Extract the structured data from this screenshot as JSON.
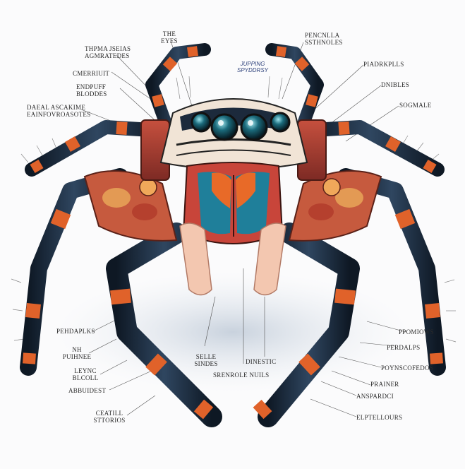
{
  "title": "JUPPING\nSPYDDRSY",
  "labels": {
    "top_eyes": "THE\nEYES",
    "top_left_1": "THPMA JSEIAS\nAGMRATEDES",
    "top_left_2": "CMERRIUIT",
    "top_left_3": "ENDPUFF\nBLODDES",
    "top_left_4": "DAEAL ASCAKIME\nEAINFOVROASOTES",
    "top_right_1": "PENCNLLA\nSSTHNOLES",
    "top_right_2": "PIADRKPLLS",
    "top_right_3": "DNIBLES",
    "top_right_4": "SOGMALE",
    "bottom_left_1": "PEHDAPLKS",
    "bottom_left_2": "NH\nPUIHNEE",
    "bottom_left_3": "LEYNC\nBLCOLL",
    "bottom_left_4": "ABBUIDEST",
    "bottom_left_5": "CEATILL\nSTTORIOS",
    "bottom_center_1": "SELLE\nSINDES",
    "bottom_center_2": "DINESTIC",
    "bottom_center_3": "SRENROLE NUILS",
    "bottom_right_1": "PPOMIOWS",
    "bottom_right_2": "PERDALPS",
    "bottom_right_3": "POYNSCOFEDOS",
    "bottom_right_4": "PRAINER",
    "bottom_right_5": "ANSPARDCI",
    "bottom_right_6": "ELPTELLOURS"
  },
  "colors": {
    "leg_dark": "#1c2a3c",
    "band_orange": "#e0622a",
    "band_cream": "#f2e2d0",
    "carapace_red": "#b8443a",
    "chelicera_blue": "#1f7f9a",
    "chelicera_orange": "#e86a28",
    "eye": "#0f4a5a",
    "leader_line": "#555555"
  }
}
